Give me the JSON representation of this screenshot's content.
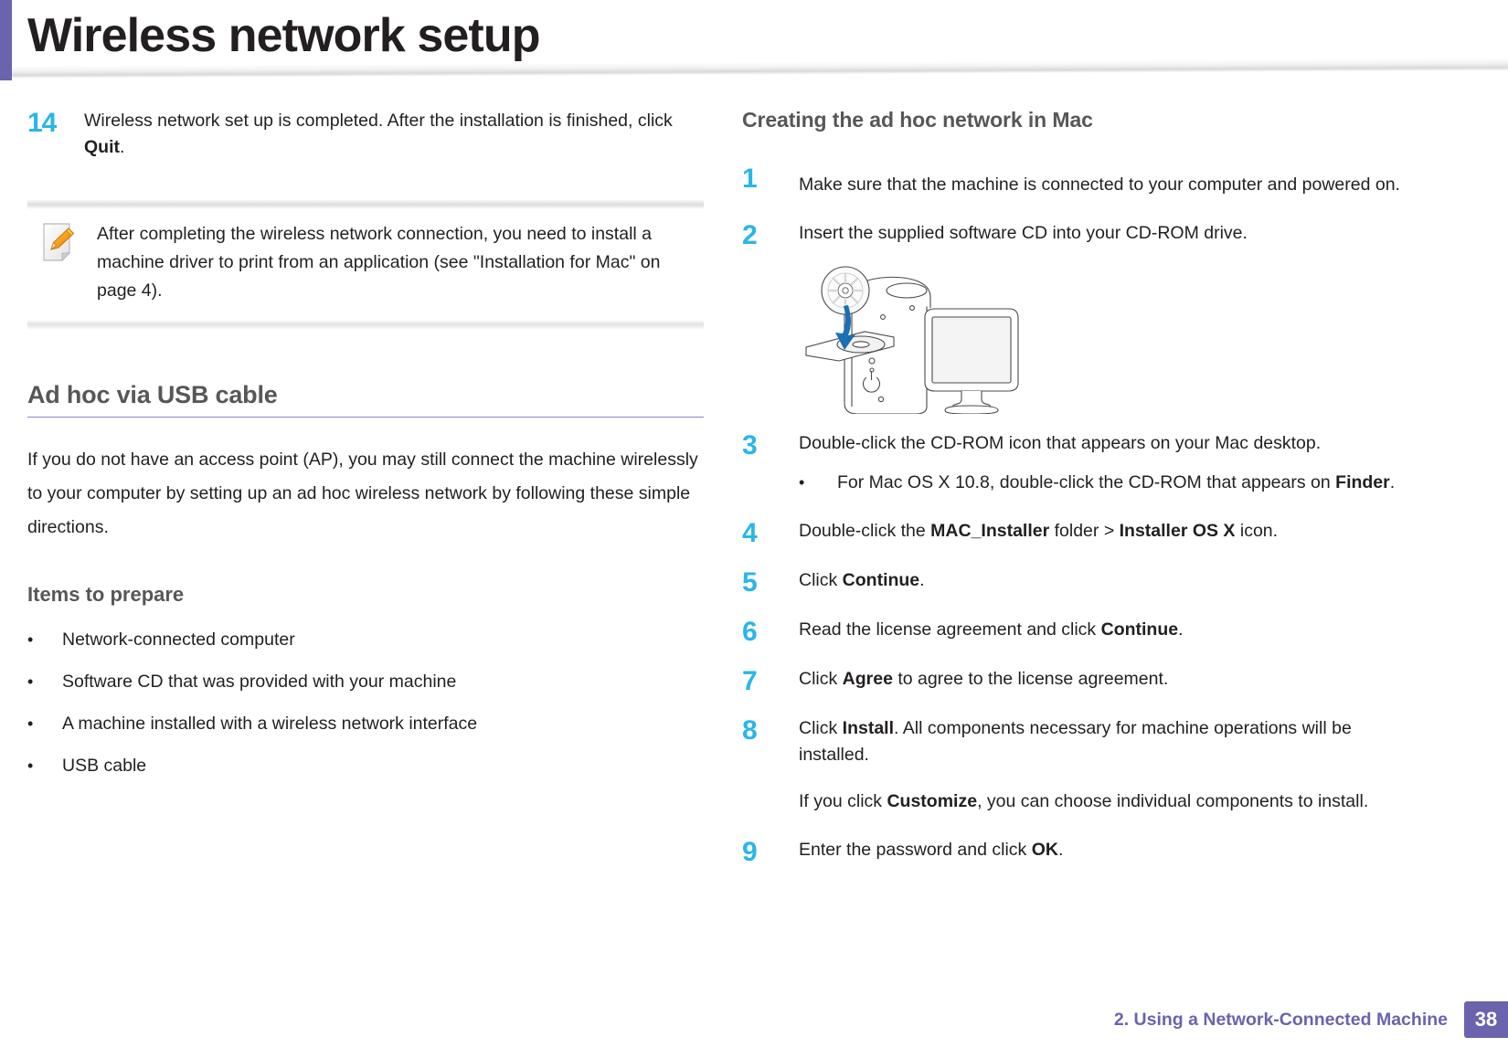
{
  "header": {
    "title": "Wireless network setup",
    "accent_color": "#6a63ad"
  },
  "colors": {
    "step_number": "#29b6e8",
    "heading_gray": "#575757",
    "rule_purple": "#8d86c0",
    "footer_purple": "#6a63ad",
    "body_text": "#231f20"
  },
  "left_column": {
    "continued_step": {
      "number": "14",
      "text_before": "Wireless network set up is completed. After the installation is finished, click ",
      "bold": "Quit",
      "text_after": "."
    },
    "note": {
      "icon": "note-pencil-icon",
      "text": "After completing the wireless network connection, you need to install a machine driver to print from an application (see \"Installation for Mac\" on page 4)."
    },
    "section": {
      "heading": "Ad hoc via USB cable",
      "paragraph": "If you do not have an access point (AP), you may still connect the machine wirelessly to your computer by setting up an ad hoc wireless network by following these simple directions."
    },
    "items_heading": "Items to prepare",
    "items": [
      "Network-connected computer",
      "Software CD that was provided with your machine",
      "A machine installed with a wireless network interface",
      "USB cable"
    ],
    "bullet_glyph": "•"
  },
  "right_column": {
    "heading": "Creating the ad hoc network in Mac",
    "steps": [
      {
        "number": "1",
        "parts": [
          {
            "type": "text",
            "value": "Make sure that the machine is connected to your computer and powered on."
          }
        ],
        "spacious": true
      },
      {
        "number": "2",
        "parts": [
          {
            "type": "text",
            "value": "Insert the supplied software CD into your CD-ROM drive."
          }
        ],
        "illustration": "cd-into-computer-illustration"
      },
      {
        "number": "3",
        "parts": [
          {
            "type": "text",
            "value": "Double-click the CD-ROM icon that appears on your Mac desktop."
          }
        ],
        "sub_bullet": {
          "glyph": "•",
          "text_before": "For Mac OS X 10.8, double-click the CD-ROM that appears on ",
          "bold": "Finder",
          "text_after": "."
        }
      },
      {
        "number": "4",
        "parts": [
          {
            "type": "text",
            "value": "Double-click the "
          },
          {
            "type": "bold",
            "value": "MAC_Installer"
          },
          {
            "type": "text",
            "value": " folder > "
          },
          {
            "type": "bold",
            "value": "Installer OS X"
          },
          {
            "type": "text",
            "value": " icon."
          }
        ]
      },
      {
        "number": "5",
        "parts": [
          {
            "type": "text",
            "value": "Click "
          },
          {
            "type": "bold",
            "value": "Continue"
          },
          {
            "type": "text",
            "value": "."
          }
        ]
      },
      {
        "number": "6",
        "parts": [
          {
            "type": "text",
            "value": "Read the license agreement and click "
          },
          {
            "type": "bold",
            "value": "Continue"
          },
          {
            "type": "text",
            "value": "."
          }
        ]
      },
      {
        "number": "7",
        "parts": [
          {
            "type": "text",
            "value": "Click "
          },
          {
            "type": "bold",
            "value": "Agree"
          },
          {
            "type": "text",
            "value": " to agree to the license agreement."
          }
        ]
      },
      {
        "number": "8",
        "parts": [
          {
            "type": "text",
            "value": "Click "
          },
          {
            "type": "bold",
            "value": "Install"
          },
          {
            "type": "text",
            "value": ". All components necessary for machine operations will be installed."
          }
        ],
        "extra_parts": [
          {
            "type": "text",
            "value": "If you click "
          },
          {
            "type": "bold",
            "value": "Customize"
          },
          {
            "type": "text",
            "value": ", you can choose individual components to install."
          }
        ]
      },
      {
        "number": "9",
        "parts": [
          {
            "type": "text",
            "value": "Enter the password and click "
          },
          {
            "type": "bold",
            "value": "OK"
          },
          {
            "type": "text",
            "value": "."
          }
        ]
      }
    ]
  },
  "footer": {
    "chapter": "2.  Using a Network-Connected Machine",
    "page_number": "38"
  }
}
